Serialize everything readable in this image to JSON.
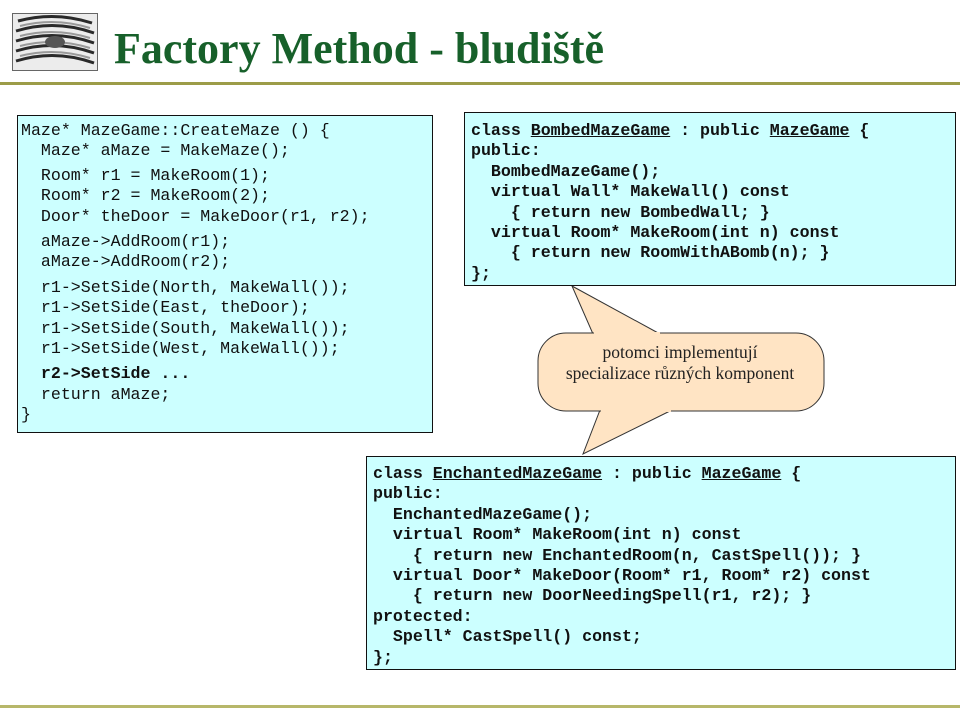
{
  "title": "Factory Method - bludiště",
  "logo_icon": "maze-spiral-logo",
  "colors": {
    "title": "#17602a",
    "code_box_bg": "#ccffff",
    "callout_bg": "#ffe4c4",
    "rule": "#9c9c48"
  },
  "left_code": {
    "lines": [
      "Maze* MazeGame::CreateMaze () {",
      "  Maze* aMaze = MakeMaze();",
      "  Room* r1 = MakeRoom(1);",
      "  Room* r2 = MakeRoom(2);",
      "  Door* theDoor = MakeDoor(r1, r2);",
      "  aMaze->AddRoom(r1);",
      "  aMaze->AddRoom(r2);",
      "  r1->SetSide(North, MakeWall());",
      "  r1->SetSide(East, theDoor);",
      "  r1->SetSide(South, MakeWall());",
      "  r1->SetSide(West, MakeWall());",
      "  r2->SetSide ...",
      "  return aMaze;",
      "}"
    ]
  },
  "right_top_code": {
    "line1_prefix": "class ",
    "line1_class": "BombedMazeGame",
    "line1_mid": " : public ",
    "line1_base": "MazeGame",
    "line1_suffix": " {",
    "lines": [
      "public:",
      "  BombedMazeGame();",
      "  virtual Wall* MakeWall() const",
      "    { return new BombedWall; }",
      "  virtual Room* MakeRoom(int n) const",
      "    { return new RoomWithABomb(n); }",
      "};"
    ]
  },
  "callout": {
    "line1": "potomci implementují",
    "line2": "specializace různých komponent"
  },
  "right_bottom_code": {
    "line1_prefix": "class ",
    "line1_class": "EnchantedMazeGame",
    "line1_mid": " : public ",
    "line1_base": "MazeGame",
    "line1_suffix": " {",
    "lines": [
      "public:",
      "  EnchantedMazeGame();",
      "  virtual Room* MakeRoom(int n) const",
      "    { return new EnchantedRoom(n, CastSpell()); }",
      "  virtual Door* MakeDoor(Room* r1, Room* r2) const",
      "    { return new DoorNeedingSpell(r1, r2); }",
      "protected:",
      "  Spell* CastSpell() const;",
      "};"
    ]
  }
}
